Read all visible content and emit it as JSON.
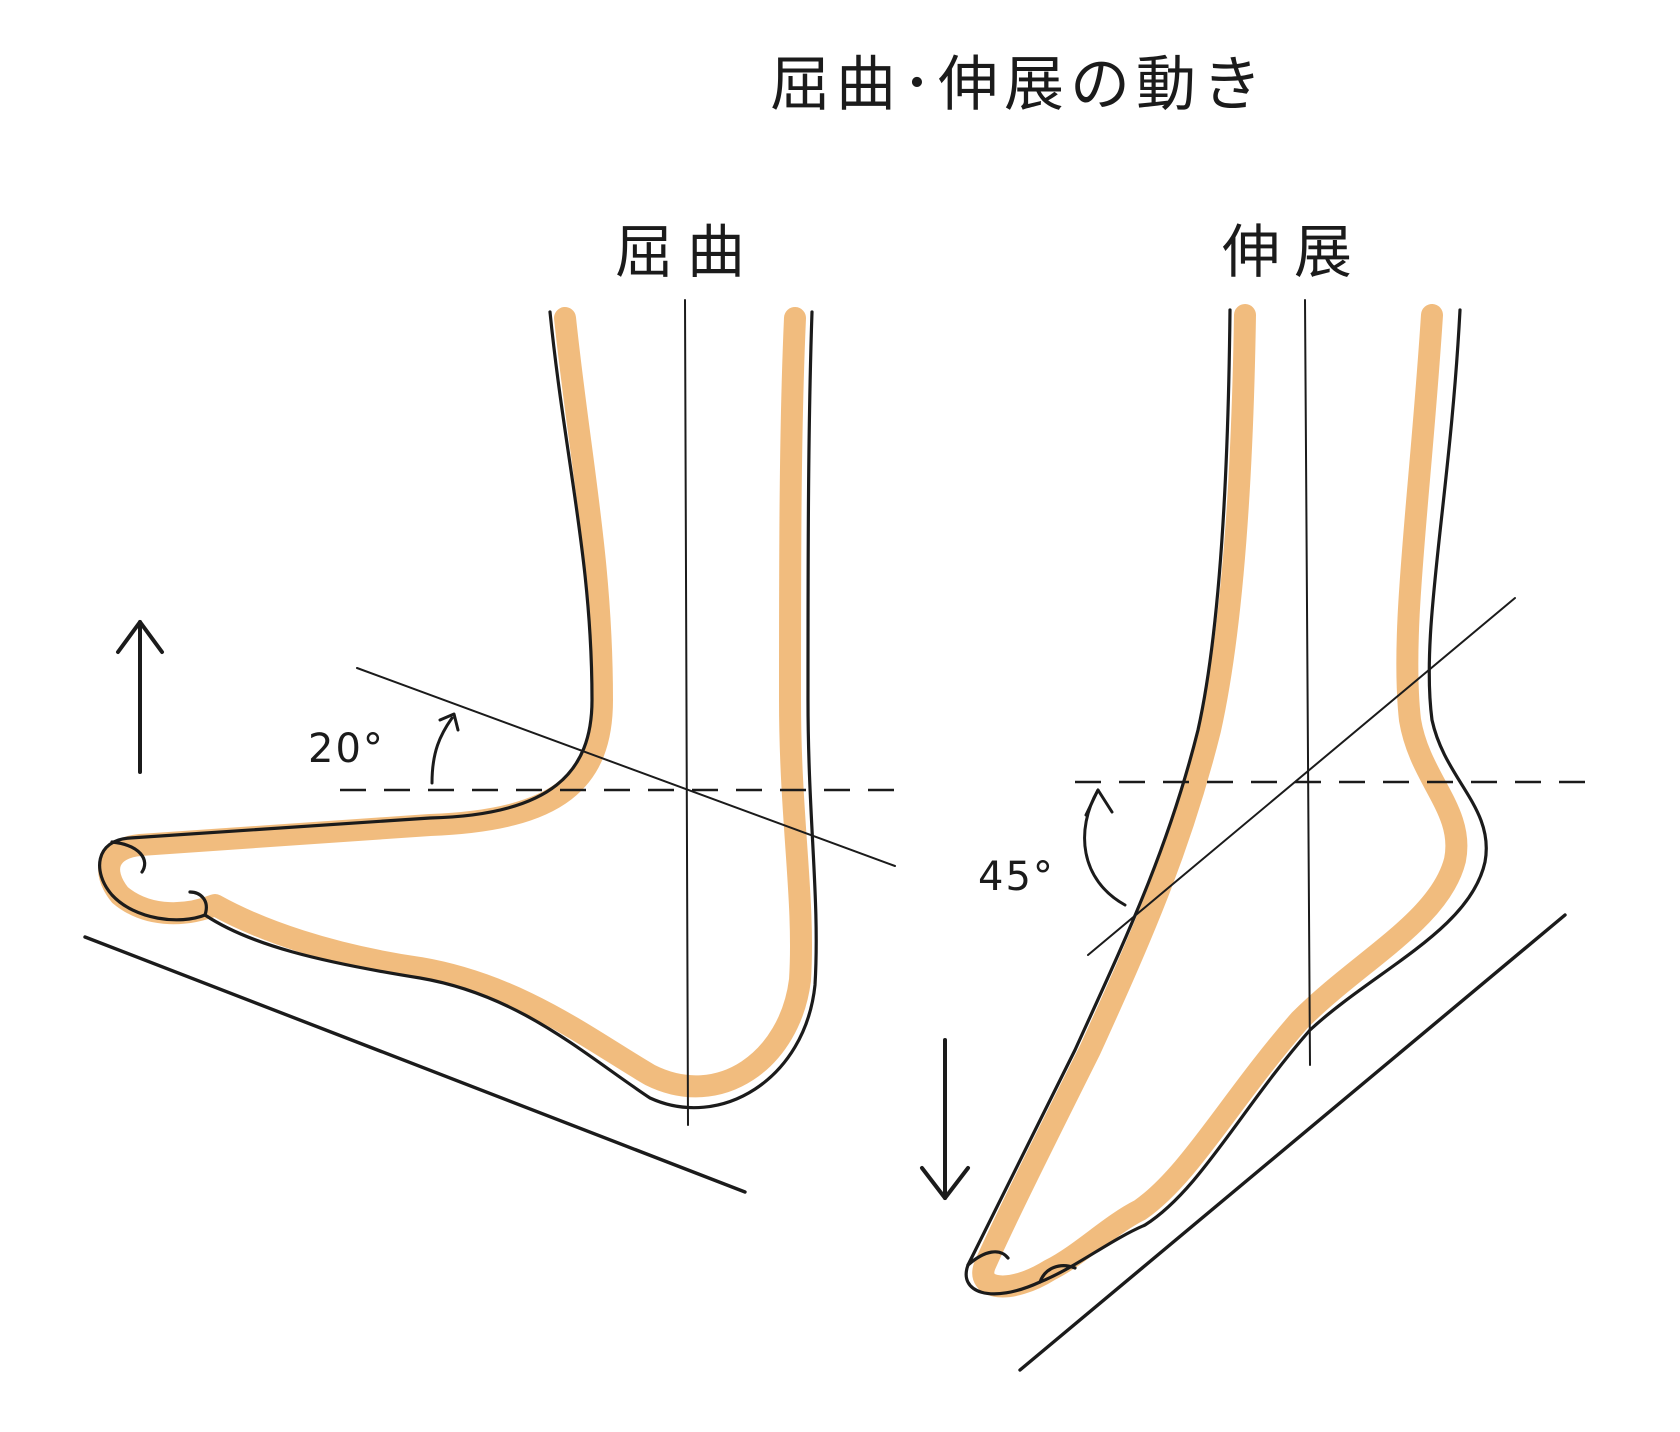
{
  "title": "屈曲･伸展の動き",
  "panels": {
    "flexion": {
      "label": "屈曲",
      "angle_label": "20°",
      "angle_degrees": 20,
      "arrow_direction": "up"
    },
    "extension": {
      "label": "伸展",
      "angle_label": "45°",
      "angle_degrees": 45,
      "arrow_direction": "down"
    }
  },
  "colors": {
    "skin": "#f0b673",
    "ink": "#1b1b1b",
    "background": "#ffffff"
  }
}
